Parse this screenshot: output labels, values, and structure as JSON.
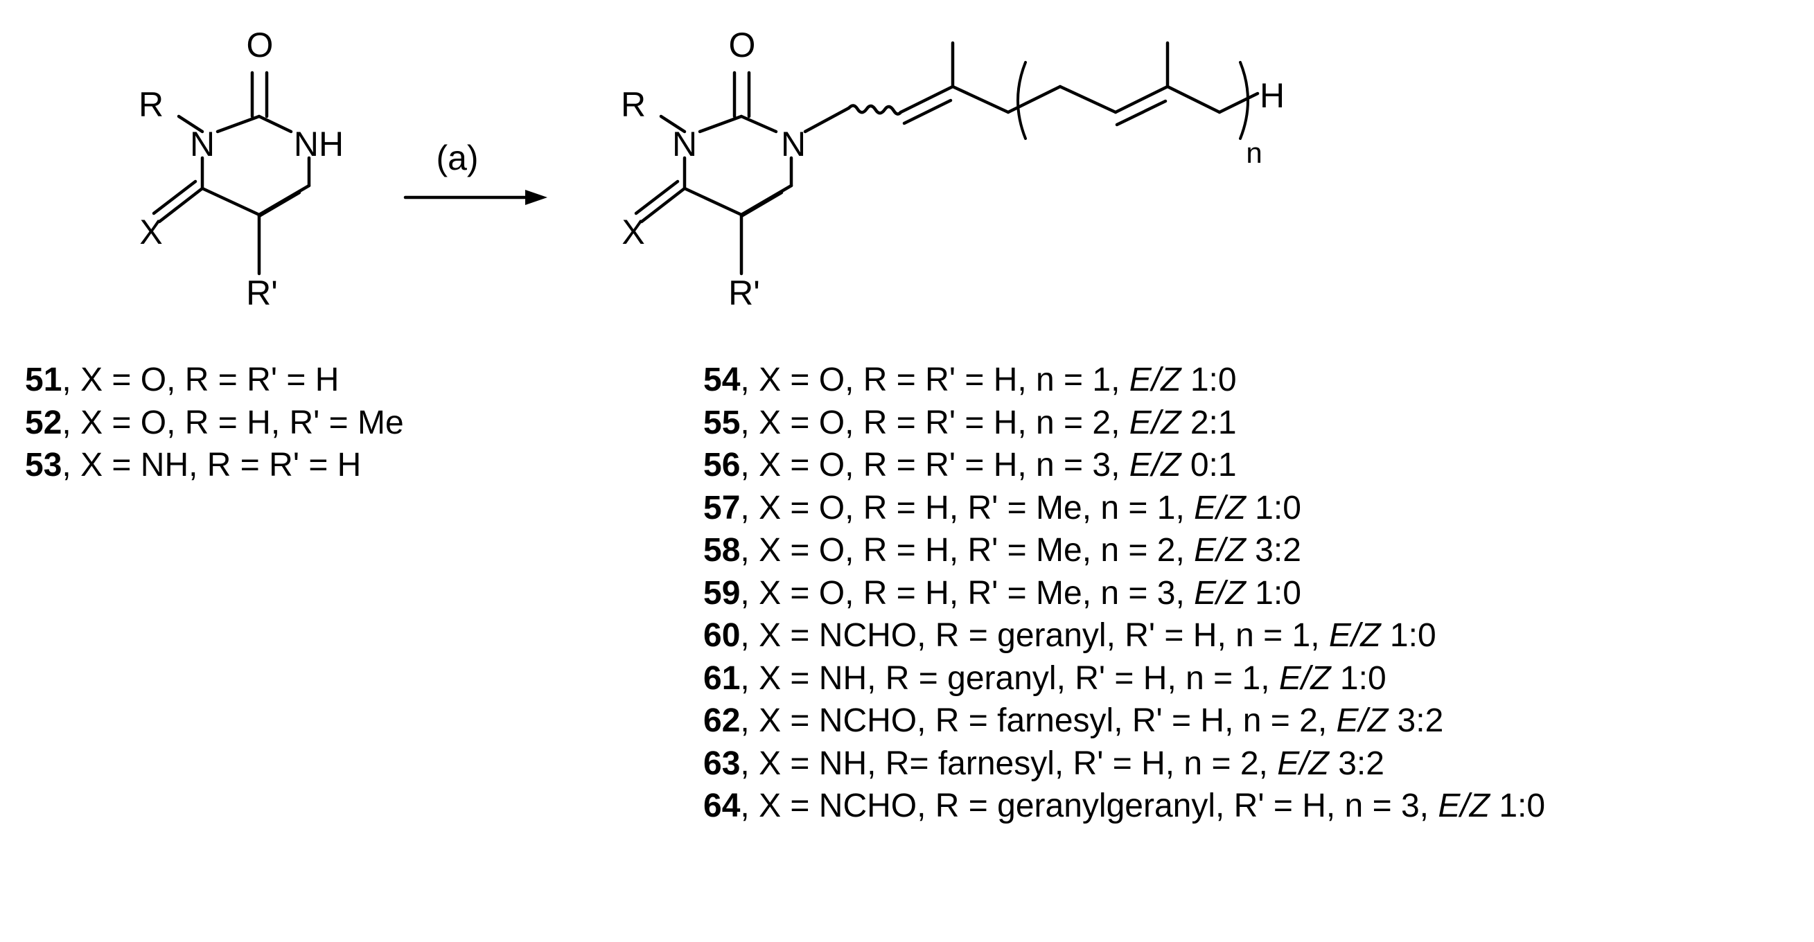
{
  "reaction": {
    "condition_label": "(a)",
    "start_atoms": {
      "o": "O",
      "r": "R",
      "n1": "N",
      "nh": "NH",
      "x": "X",
      "rp": "R'"
    },
    "product_atoms": {
      "o": "O",
      "r": "R",
      "n1": "N",
      "n2": "N",
      "x": "X",
      "rp": "R'",
      "h": "H",
      "n": "n"
    }
  },
  "starting_materials": [
    {
      "id": "51",
      "text": ", X = O, R = R' = H"
    },
    {
      "id": "52",
      "text": ", X = O, R = H, R' = Me"
    },
    {
      "id": "53",
      "text": ", X = NH, R = R' = H"
    }
  ],
  "products": [
    {
      "id": "54",
      "text": ", X = O, R = R' = H, n = 1, ",
      "ez_label": "E/Z",
      "ratio": "1:0"
    },
    {
      "id": "55",
      "text": ", X = O, R = R' = H, n = 2, ",
      "ez_label": "E/Z",
      "ratio": "2:1"
    },
    {
      "id": "56",
      "text": ", X = O, R = R' = H, n = 3, ",
      "ez_label": "E/Z",
      "ratio": "0:1"
    },
    {
      "id": "57",
      "text": ", X = O, R = H, R' = Me, n = 1, ",
      "ez_label": "E/Z",
      "ratio": "1:0"
    },
    {
      "id": "58",
      "text": ", X = O, R = H, R' = Me, n = 2, ",
      "ez_label": "E/Z",
      "ratio": "3:2"
    },
    {
      "id": "59",
      "text": ", X = O, R = H, R' = Me, n = 3, ",
      "ez_label": "E/Z",
      "ratio": "1:0"
    },
    {
      "id": "60",
      "text": ", X = NCHO, R = geranyl, R' = H, n = 1, ",
      "ez_label": "E/Z",
      "ratio": "1:0"
    },
    {
      "id": "61",
      "text": ", X = NH, R = geranyl, R' = H, n = 1, ",
      "ez_label": "E/Z",
      "ratio": "1:0"
    },
    {
      "id": "62",
      "text": ", X = NCHO, R = farnesyl, R' = H, n = 2, ",
      "ez_label": "E/Z",
      "ratio": "3:2"
    },
    {
      "id": "63",
      "text": ", X = NH, R= farnesyl, R' = H, n = 2, ",
      "ez_label": "E/Z",
      "ratio": "3:2"
    },
    {
      "id": "64",
      "text": ", X = NCHO, R = geranylgeranyl, R' = H, n = 3, ",
      "ez_label": "E/Z",
      "ratio": "1:0"
    }
  ]
}
